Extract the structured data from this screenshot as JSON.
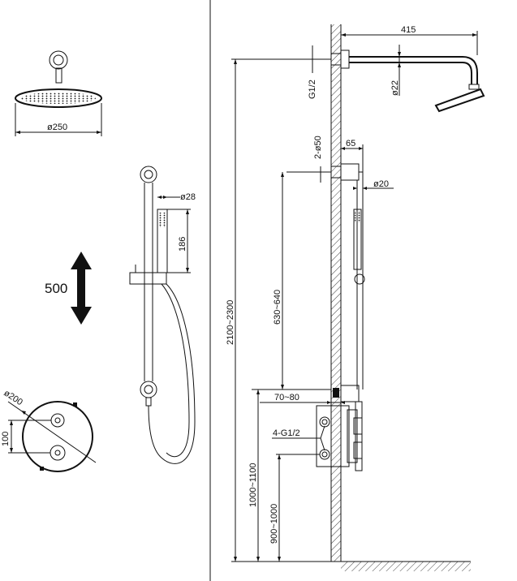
{
  "labels": {
    "head_diameter": "ø250",
    "slide_travel": "500",
    "handshower_diameter": "ø28",
    "handshower_length": "186",
    "valve_plate_diameter": "ø200",
    "valve_spacing": "100",
    "arm_length": "415",
    "arm_thread": "G1/2",
    "arm_diameter": "ø22",
    "outlet_spec": "2-ø50",
    "bracket_offset": "65",
    "rail_diameter": "ø20",
    "overall_height": "2100~2300",
    "rail_height": "630~640",
    "valve_depth": "70~80",
    "valve_inlets": "4-G1/2",
    "valve_height": "1000~1100",
    "inlet_height": "900~1000"
  },
  "colors": {
    "line": "#111111",
    "background": "#ffffff"
  }
}
